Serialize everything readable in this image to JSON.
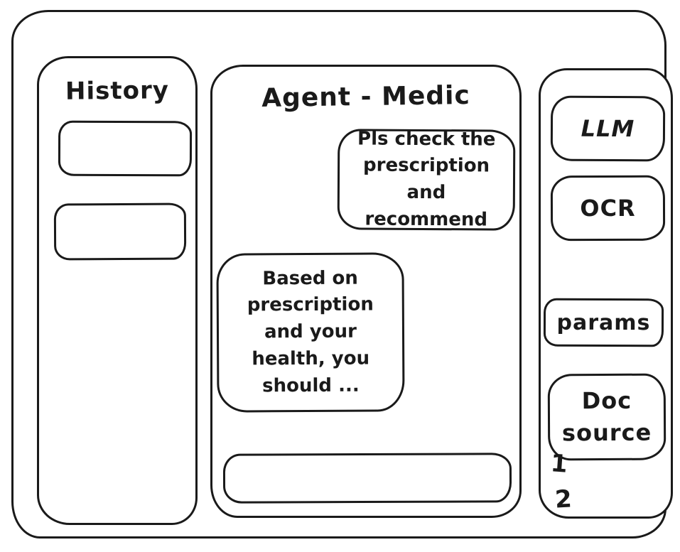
{
  "app": {
    "title": "Agent - Medic"
  },
  "history_panel": {
    "title": "History",
    "items": [
      {
        "label": ""
      },
      {
        "label": ""
      }
    ]
  },
  "chat": {
    "title": "Agent - Medic",
    "messages": [
      {
        "role": "user",
        "text": "Pls check the prescription and recommend"
      },
      {
        "role": "assistant",
        "text": "Based on prescription and your health, you should ..."
      }
    ],
    "input": {
      "value": "",
      "placeholder": ""
    }
  },
  "tools_panel": {
    "items": [
      {
        "label": "LLM"
      },
      {
        "label": "OCR"
      },
      {
        "label": "params"
      },
      {
        "label": "Doc source"
      }
    ],
    "doc_source_numbers": [
      "1",
      "2"
    ]
  },
  "colors": {
    "stroke": "#1a1a1a",
    "background": "#ffffff"
  }
}
